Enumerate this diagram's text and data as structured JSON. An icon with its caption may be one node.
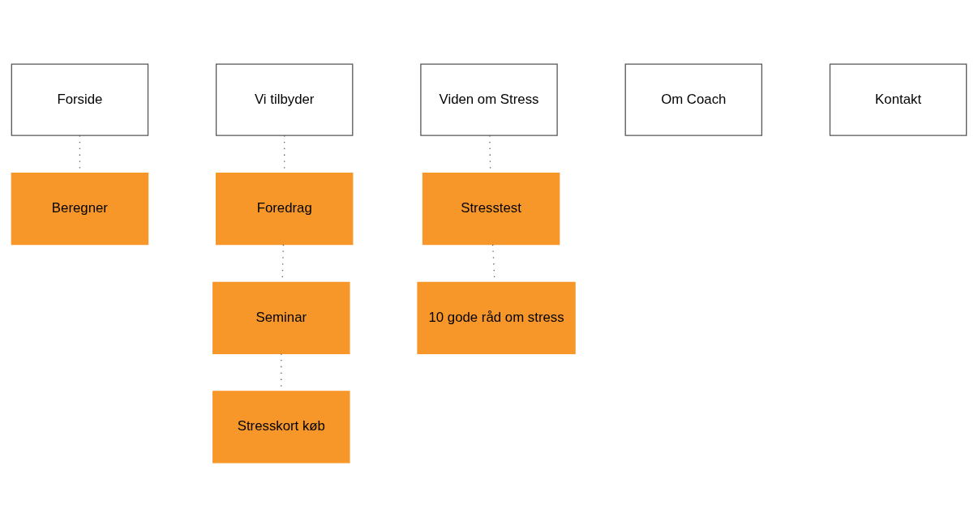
{
  "diagram": {
    "nodes": [
      {
        "text": [
          "Forside"
        ]
      },
      {
        "text": [
          "Vi tilbyder"
        ]
      },
      {
        "text": [
          "Viden om Stress"
        ]
      },
      {
        "text": [
          "Om Coach"
        ]
      },
      {
        "text": [
          "Kontakt"
        ]
      },
      {
        "text": [
          "Beregner"
        ]
      },
      {
        "text": [
          "Foredrag"
        ]
      },
      {
        "text": [
          "Seminar"
        ]
      },
      {
        "text": [
          "Stresskort køb"
        ]
      },
      {
        "text": [
          "Stresstest"
        ]
      },
      {
        "text": [
          "10 gode råd om stress"
        ]
      }
    ],
    "edges": [
      {
        "from": 0,
        "to": 5,
        "arrow": "none"
      },
      {
        "from": 1,
        "to": 6,
        "arrow": "none"
      },
      {
        "from": 6,
        "to": 7,
        "arrow": "none"
      },
      {
        "from": 7,
        "to": 8,
        "arrow": "none"
      },
      {
        "from": 2,
        "to": 9,
        "arrow": "none"
      },
      {
        "from": 9,
        "to": 10,
        "arrow": "none"
      }
    ]
  }
}
